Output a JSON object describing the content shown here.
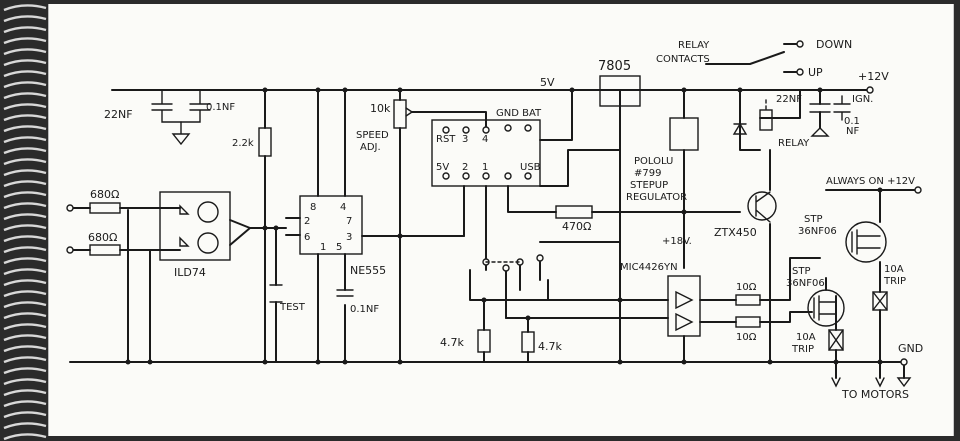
{
  "labels": {
    "cap_22nf_left": "22NF",
    "cap_01nf_left": "0.1NF",
    "res_2k2": "2.2k",
    "res_680_top": "680Ω",
    "res_680_bot": "680Ω",
    "optocoupler": "ILD74",
    "test": "TEST",
    "timer": "NE555",
    "timer_cap": "0.1NF",
    "pin_8": "8",
    "pin_4": "4",
    "pin_2": "2",
    "pin_7": "7",
    "pin_6": "6",
    "pin_3": "3",
    "pin_1": "1",
    "pin_5": "5",
    "pot": "10k",
    "speed_1": "SPEED",
    "speed_2": "ADJ.",
    "rst": "RST",
    "hdr_3": "3",
    "hdr_4": "4",
    "gnd_bat": "GND BAT",
    "hdr_5v": "5V",
    "hdr_2": "2",
    "hdr_1": "1",
    "hdr_usb": "USB",
    "rail_5v": "5V",
    "reg_7805": "7805",
    "pololu_1": "POLOLU",
    "pololu_2": "#799",
    "pololu_3": "STEPUP",
    "pololu_4": "REGULATOR",
    "res_470": "470Ω",
    "v18": "+18V.",
    "driver": "MIC4426YN",
    "res_47k_a": "4.7k",
    "res_47k_b": "4.7k",
    "res_10_a": "10Ω",
    "res_10_b": "10Ω",
    "relay_contacts_1": "RELAY",
    "relay_contacts_2": "CONTACTS",
    "down": "DOWN",
    "up": "UP",
    "plus12": "+12V",
    "cap_22nf_right": "22NF",
    "cap_01nf_right_1": "0.1",
    "cap_01nf_right_2": "NF",
    "ign": "IGN.",
    "relay": "RELAY",
    "transistor": "ZTX450",
    "always_on": "ALWAYS ON +12V",
    "stp_top_1": "STP",
    "stp_top_2": "36NF06",
    "stp_bot_1": "STP",
    "stp_bot_2": "36NF06",
    "trip_top_1": "10A",
    "trip_top_2": "TRIP",
    "trip_bot_1": "10A",
    "trip_bot_2": "TRIP",
    "gnd": "GND",
    "to_motors": "TO MOTORS"
  }
}
